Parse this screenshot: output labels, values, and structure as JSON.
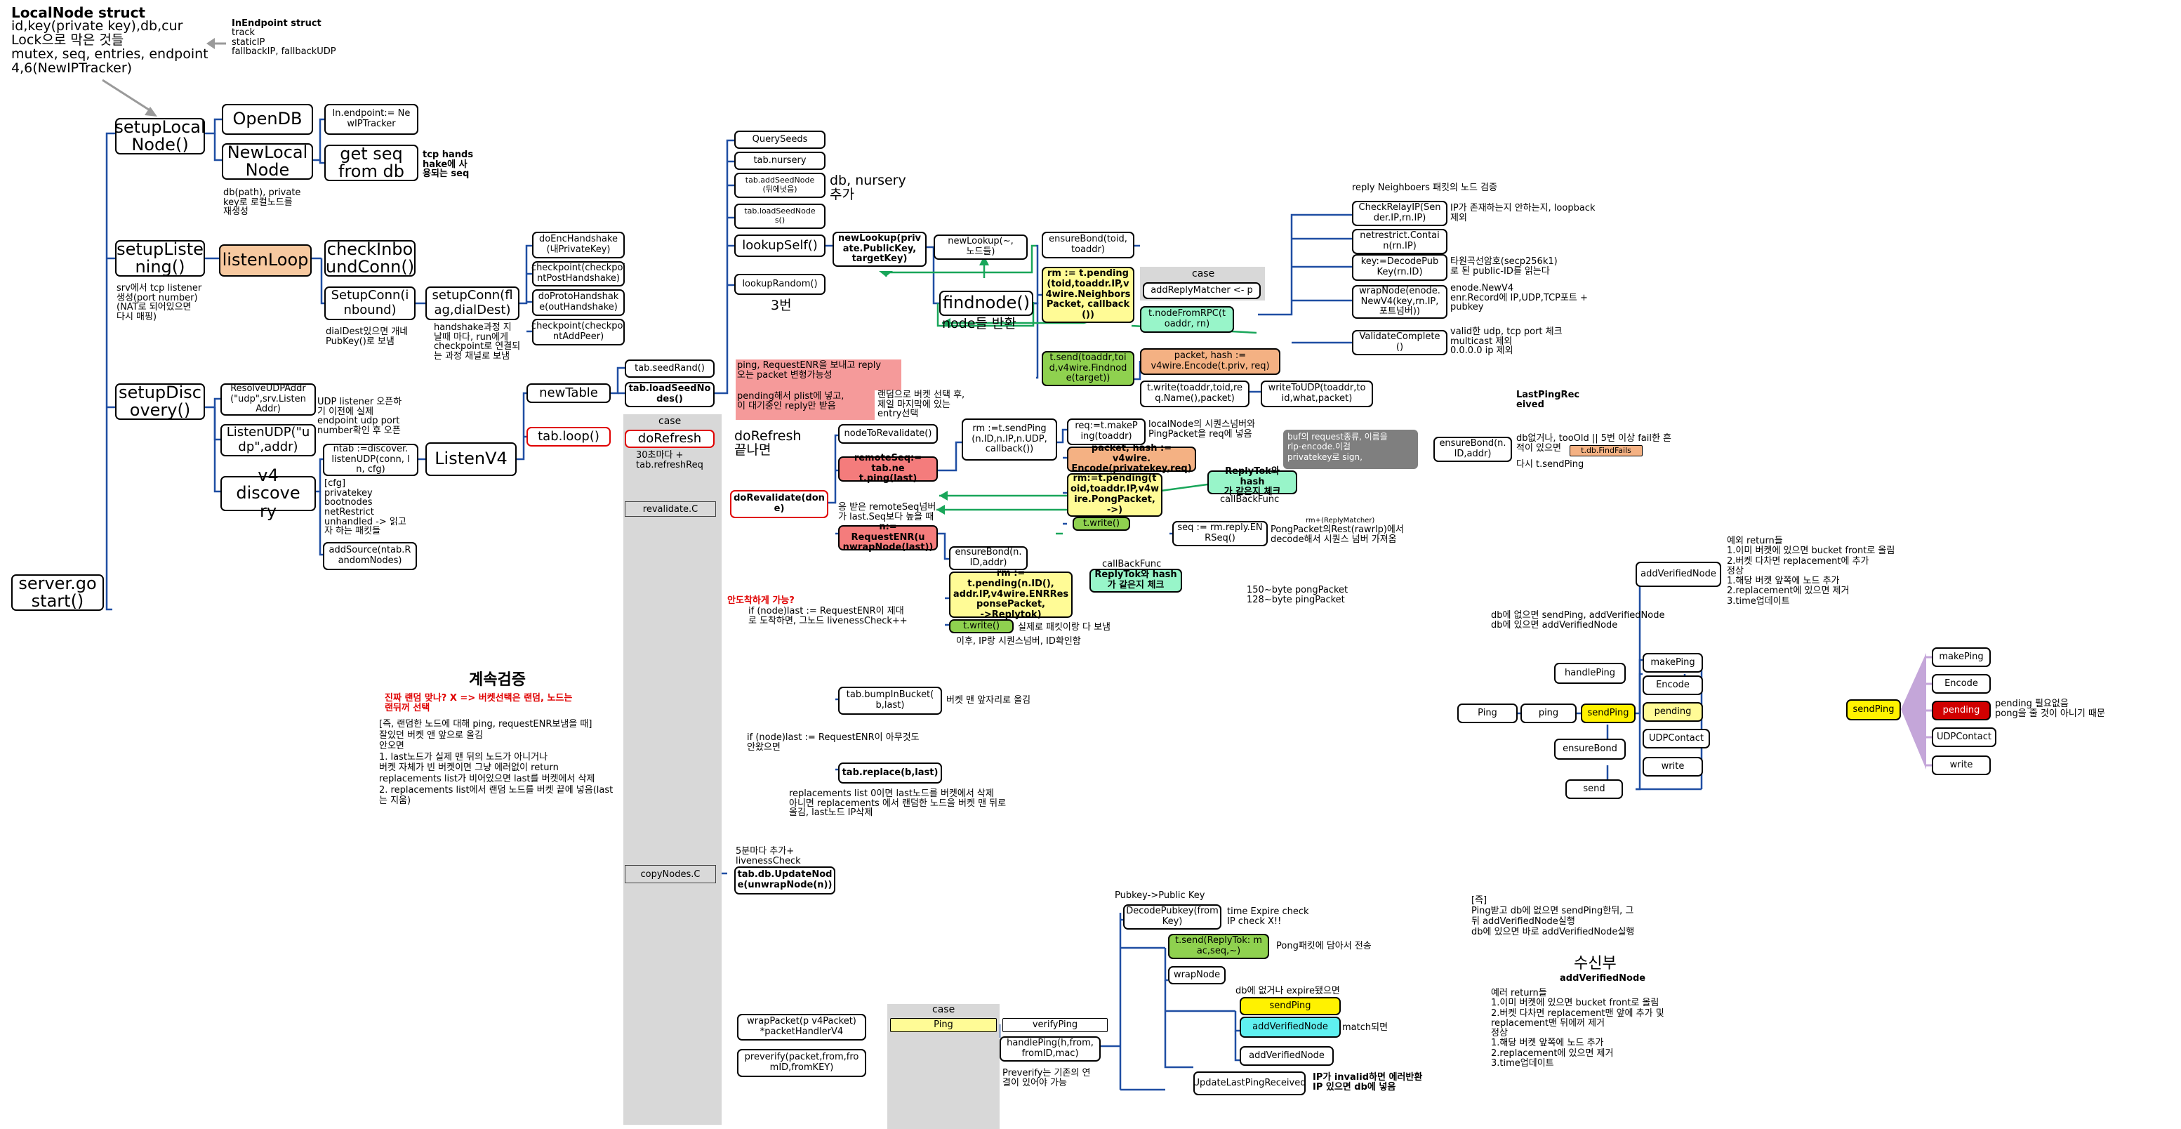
{
  "notes": {
    "localnode_struct_title": "LocalNode struct",
    "localnode_struct_body": "id,key(private key),db,cur\nLock으로 막은 것들\nmutex, seq, entries, endpoint\n4,6(NewIPTracker)",
    "inendpoint_title": "InEndpoint struct",
    "inendpoint_body": "track\nstaticIP\nfallbackIP, fallbackUDP",
    "db_path": "db(path), private\nkey로 로컬노드를\n재생성",
    "tcp_handshake": "tcp hands\nhake에 사\n용되는 seq",
    "srv_tcp": "srv에서 tcp listener\n생성(port number)\n(NAT로 되어있으면\n다시 매핑)",
    "dialdest": "dialDest있으면 개네\nPubKey()로 보냄",
    "handshake": "handshake과정 지\n날때 마다, run에게\ncheckpoint로 연결되\n는 과정 채널로 보냄",
    "udp_listener": "UDP listener 오픈하\n기 이전에 실제\nendpoint udp port\nnumber확인 후 오픈",
    "cfg": "[cfg]\nprivatekey\nbootnodes\nnetRestrict\nunhandled -> 읽고\n자 하는 패킷들",
    "db_nursery": "db, nursery\n추가",
    "three": "3번",
    "node_return": "node들 반환",
    "ping_enr": "ping, RequestENR을 보내고 reply\n오는 packet 변형가능성",
    "pending_plist": "pending해서 plist에 넣고,\n이 대기중인 reply만 받음",
    "random_bucket": "랜덤으로 버켓 선택 후,\n제일 마지막에 있는\nentry선택",
    "every30": "30초마다 +\ntab.refreshReq",
    "dorefresh_end": "doRefresh\n끝나면",
    "remoteseq_note": "응 받은 remoteSeq넘버\n가 last.Seq보다 높을 때",
    "antoi": "안도착하게 가능?",
    "if_last1": "if (node)last := RequestENR이 제대\n로 도착하면, 그노드 livenessCheck++",
    "after_send": "실제로 패킷이랑 다 보냄",
    "ip_check": "이후, IP랑 시퀀스넘버, ID확인함",
    "callback_func": "callBackFunc",
    "bump_note": "버켓 맨 앞자리로 올김",
    "if_last2": "if (node)last := RequestENR이 아무것도\n안왔으면",
    "replace_note": "replacements list 0이면 last노드를 버켓에서 삭제\n아니면 replacements 에서 랜덤한 노드을 버켓 맨 뒤로\n올김, last노드 IP삭제",
    "every5": "5분마다 추가+\nlivenessCheck",
    "localnode_seq": "localNode의 시퀀스넘버와\nPingPacket을 req에 넣음",
    "rmreply": "rm+(ReplyMatcher)",
    "pongpacket_note": "PongPacket의Rest(rawrlp)에서\ndecode해서 시퀀스 넘버 가져옴",
    "byte_ping": "150~byte pongPacket\n128~byte pingPacket",
    "callback2": "callBackFunc",
    "reply_neighbors": "reply Neighboers 패킷의 노드 검증",
    "ip_exist": "IP가 존재하는지 안하는지, loopback\n제외",
    "secp": "타원곡선암호(secp256k1)\n로 된 public-ID를 읽는다",
    "enode_new": "enode.NewV4\nenr.Record에 IP,UDP,TCP포트 +\npubkey",
    "valid_udp": "valid한 udp, tcp port 체크\nmulticast 제외\n0.0.0.0 ip 제외",
    "db_tooold": "db없거나, tooOld || 5번 이상 fail한 흔\n적이 있으면",
    "db_findfails": "t.db.FindFails",
    "resend_ping": "다시 t.sendPing",
    "lastpingreceived": "LastPingRec\neived",
    "db_sendping": "db에 없으면 sendPing, addVerifiedNode\ndb에 있으면 addVerifiedNode",
    "rule_return": "예외 return들\n1.이미 버켓에 있으면 bucket front로 올림\n2.버켓 다차면 replacement에 추가\n정상\n1.해당 버켓 앞쪽에 노드 추가\n2.replacement에 있으면 제거\n3.time업데이트",
    "pending_need": "pending 필요없음\npong을 줄 것이 아니기 때문",
    "continuous_title": "계속검증",
    "continuous_q": "진짜 랜덤 맞나? X => 버켓선택은 랜덤, 노드는\n랜뒤꺼 선택",
    "continuous_body": "[즉, 랜덤한 노드에 대해 ping, requestENR보냄을 때]\n잘있던 버켓 앤 앞으로 올김\n안오면\n1. last노드가 실제 맨 뒤의 노드가 아니거나\n   버켓 자체가 빈 버켓이면 그냥 에러없이 return\n   replacements list가 비어있으면 last를 버켓에서 삭제\n2. replacements list에서 랜덤 노드를 버켓 끝에 넣음(last\n   는 지움)",
    "pubkey_note": "Pubkey->Public Key",
    "time_expire": "time Expire check\nIP check X!!",
    "pong_note": "Pong패킷에 담아서 전송",
    "db_expire": "db에 없거나 expire됐으면",
    "match_note": "match되면",
    "ip_invalid": "IP가 invalid하면 에러반환\nIP 있으면 db에 넣음",
    "bottom_summary": "[즉]\nPing받고 db에 없으면 sendPing한뒤, 그\n뒤 addVerifiedNode실행\ndb에 있으면 바로 addVerifiedNode실행",
    "recv_title": "수신부",
    "recv_sub": "addVerifiedNode",
    "recv_rules": "예러 return들\n1.이미 버켓에 있으면 bucket front로 올림\n2.버켓 다차면 replacement맨 앞에 추가 및\nreplacement맨 뒤에꺼 제거\n정상\n1.해당 버켓 앞쪽에 노드 추가\n2.replacement에 있으면 제거\n3.time업데이트",
    "preverify_note": "Preverify는 기존의 연\n결이 있어야 가능",
    "buf_note": "buf의 request종류, 이름을\nrlp-encode.이걸\nprivatekey로 sign,",
    "case_label": "case"
  },
  "nodes": {
    "server_start": "server.go\nstart()",
    "setup_local_node": "setupLocal\nNode()",
    "open_db": "OpenDB",
    "new_local_node": "NewLocal\nNode",
    "ln_endpoint": "ln.endpoint:= Ne\nwIPTracker",
    "get_seq": "get seq\nfrom db",
    "setup_listening": "setupListe\nning()",
    "listen_loop": "listenLoop",
    "check_inbound": "checkInbo\nundConn()",
    "setup_conn_inbound": "SetupConn(i\nnbound)",
    "setup_conn_dial": "setupConn(fl\nag,dialDest)",
    "do_enc_handshake": "doEncHandshake\n(내PrivateKey)",
    "checkpoint_post": "checkpoint(checkpoi\nntPostHandshake)",
    "do_proto_handshake": "doProtoHandshak\ne(outHandshake)",
    "checkpoint_add": "checkpoint(checkpoi\nntAddPeer)",
    "setup_discovery": "setupDisc\novery()",
    "resolve_udp": "ResolveUDPAddr\n(\"udp\",srv.Listen\nAddr)",
    "listen_udp": "ListenUDP(\"u\ndp\",addr)",
    "v4_discovery": "v4 discove\nry",
    "ntab_listen": "ntab :=discover.\nlistenUDP(conn, l\nn, cfg)",
    "listen_v4": "ListenV4",
    "add_source": "addSource(ntab.R\nandomNodes)",
    "new_table": "newTable",
    "tab_loop": "tab.loop()",
    "tab_seedrand": "tab.seedRand()",
    "tab_loadseednodes": "tab.loadSeedNo\ndes()",
    "query_seeds": "QuerySeeds",
    "tab_nursery": "tab.nursery",
    "tab_addseednode": "tab.addSeedNode\n(뒤에넛음)",
    "tab_loadseednode": "tab.loadSeedNode\ns()",
    "lookup_self": "lookupSelf()",
    "lookup_random": "lookupRandom()",
    "new_lookup": "newLookup(priv\nate.PublicKey,\ntargetKey)",
    "new_lookup2": "newLookup(~,\n노드들)",
    "findnode": "findnode()",
    "ensure_bond": "ensureBond(toid,\ntoaddr)",
    "rm_pending": "rm := t.pending\n(toid,toaddr.IP,v\n4wire.Neighbors\nPacket, callback\n())",
    "case_reply": "case",
    "add_reply_matcher": "addReplyMatcher <- p",
    "t_nodefromrpc": "t.nodeFromRPC(t\noaddr, rn)",
    "t_send_findnode": "t.send(toaddr,toi\nd,v4wire.Findnod\ne(target))",
    "packet_hash": "packet, hash :=\nv4wire.Encode(t.priv, req)",
    "t_write": "t.write(toaddr,toid,re\nq.Name(),packet)",
    "write_to_udp": "writeToUDP(toaddr,to\nid,what,packet)",
    "check_relay": "CheckRelayIP(Sen\nder.IP,rn.IP)",
    "netrestrict": "netrestrict.Contai\nn(rn.IP)",
    "decode_pubkey": "key:=DecodePub\nKey(rn.ID)",
    "wrap_node": "wrapNode(enode.\nNewV4(key,rn.IP,\n포트넘버))",
    "validate_complete": "ValidateComplete\n()",
    "do_refresh": "doRefresh",
    "revalidate_c": "revalidate.C",
    "do_revalidate": "doRevalidate(don\ne)",
    "node_to_revalidate": "nodeToRevalidate()",
    "remote_seq": "remoteSeq:= tab.ne\nt.ping(last)",
    "n_request_enr": "n:= RequestENR(u\nnwrapNode(last))",
    "rm_sendping": "rm :=t.sendPing\n(n.ID,n.IP,n.UDP,\ncallback())",
    "req_makeping": "req:=t.makeP\ning(toaddr)",
    "packet_hash2": "packet, hash := v4wire.\nEncode(privatekey,req)",
    "rm_pending2": "rm:=t.pending(t\noid,toaddr.IP,v4w\nire.PongPacket,\n->)",
    "reply_tok": "ReplyTok와 hash\n가 같은지 체크",
    "t_write2": "t.write()",
    "seq_reply": "seq := rm.reply.EN\nRSeq()",
    "ensure_bond2": "ensureBond(n.\nID,addr)",
    "rm_pending3": "rm := t.pending(n.ID(),\naddr.IP,v4wire.ENRRes\nponsePacket,\n->Replytok)",
    "reply_tok2": "ReplyTok와 hash\n가 같은지 체크",
    "t_write3": "t.write()",
    "tab_bump": "tab.bumpInBucket(\nb,last)",
    "tab_replace": "tab.replace(b,last)",
    "copy_nodes_c": "copyNodes.C",
    "tab_db_update": "tab.db.UpdateNod\ne(unwrapNode(n))",
    "ensure_bond3": "ensureBond(n.\nID,addr)",
    "add_verified_node": "addVerifiedNode",
    "handle_ping": "handlePing",
    "ping1": "Ping",
    "ping2": "ping",
    "send_ping": "sendPing",
    "ensure_bond4": "ensureBond",
    "send": "send",
    "make_ping": "makePing",
    "encode": "Encode",
    "pending": "pending",
    "udp_contact": "UDPContact",
    "write": "write",
    "send_ping_r": "sendPing",
    "make_ping_r": "makePing",
    "encode_r": "Encode",
    "pending_r": "pending",
    "udp_contact_r": "UDPContact",
    "write_r": "write",
    "wrap_packet": "wrapPacket(p v4Packet)\n*packetHandlerV4",
    "preverify": "preverify(packet,from,fro\nmID,fromKEY)",
    "case_ping": "case",
    "ping_case": "Ping",
    "verify_ping": "verifyPing",
    "handle_ping2": "handlePing(h,from,\nfromID,mac)",
    "decode_pubkey2": "DecodePubkey(from\nKey)",
    "t_send_replytok": "t.send(ReplyTok: m\nac,seq,~)",
    "wrap_node2": "wrapNode",
    "send_ping2": "sendPing",
    "add_verified_node2": "addVerifiedNode",
    "add_verified_node3": "addVerifiedNode",
    "update_last_ping": "UpdateLastPingReceived"
  }
}
